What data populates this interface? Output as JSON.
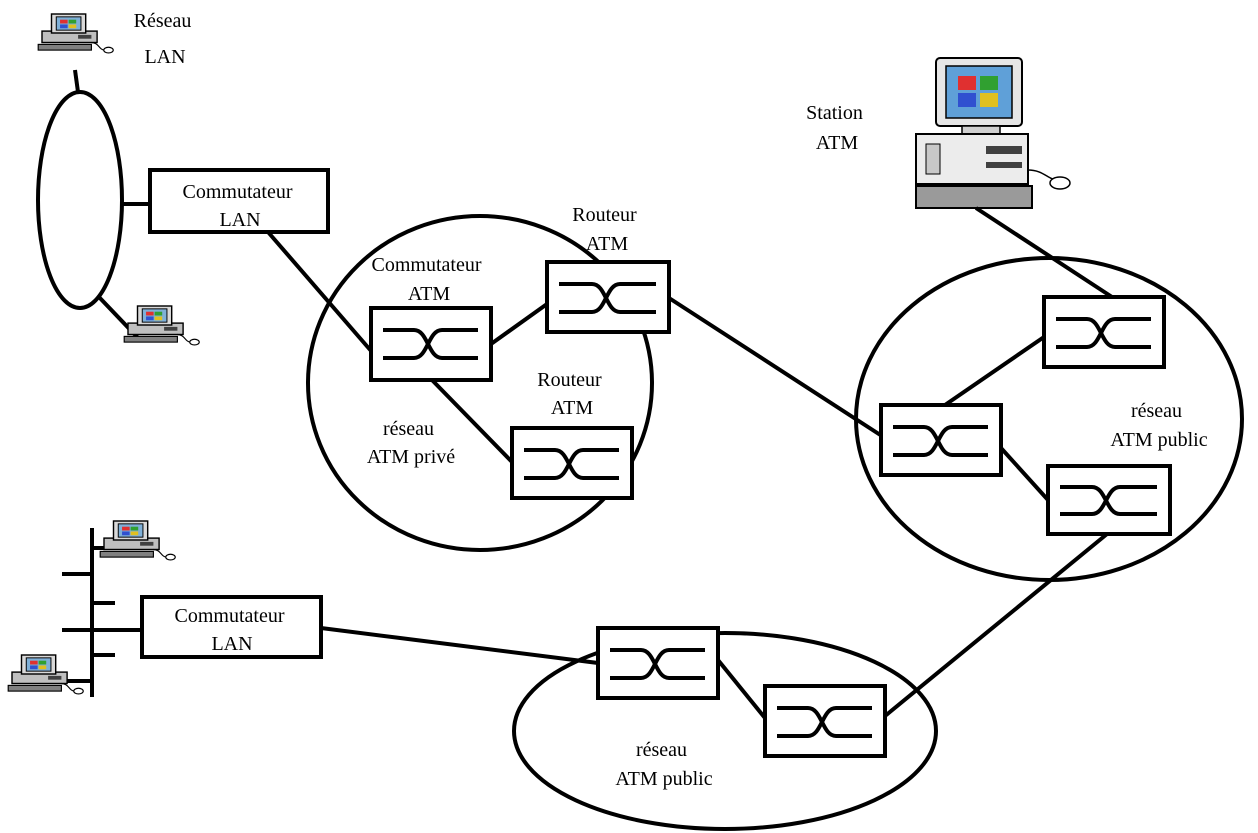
{
  "labels": {
    "lan_network": [
      "Réseau",
      "LAN"
    ],
    "lan_switch_top": [
      "Commutateur",
      "LAN"
    ],
    "atm_switch": [
      "Commutateur",
      "ATM"
    ],
    "atm_router_top": [
      "Routeur",
      "ATM"
    ],
    "atm_router_bottom": [
      "Routeur",
      "ATM"
    ],
    "private_network": [
      "réseau",
      "ATM privé"
    ],
    "atm_station": [
      "Station",
      "ATM"
    ],
    "public_network_right": [
      "réseau",
      "ATM public"
    ],
    "lan_switch_bottom": [
      "Commutateur",
      "LAN"
    ],
    "public_network_bottom": [
      "réseau",
      "ATM public"
    ]
  },
  "icons": [
    "computer-icon",
    "atm-switch-icon"
  ]
}
